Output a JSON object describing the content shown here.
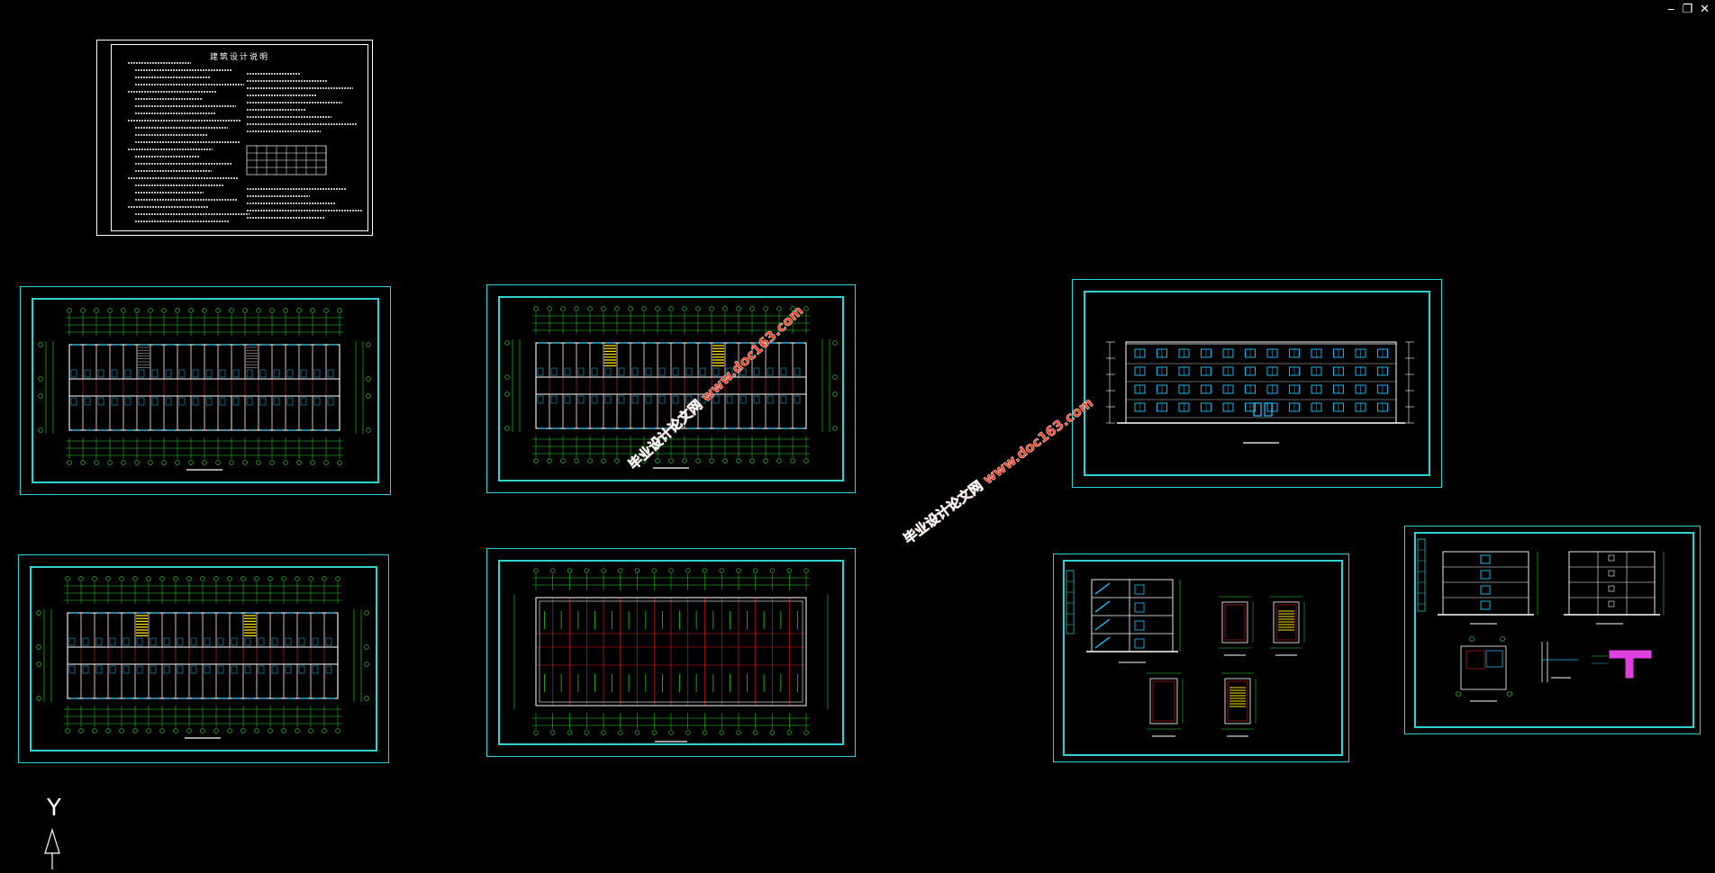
{
  "window": {
    "minimize_glyph": "‒",
    "restore_glyph": "❐",
    "close_glyph": "✕"
  },
  "notes_sheet": {
    "title": "建筑设计说明"
  },
  "watermarks": [
    {
      "cn": "毕业设计论文网",
      "url": "www.doc163.com"
    },
    {
      "cn": "毕业设计论文网",
      "url": "www.doc163.com"
    }
  ],
  "ucs": {
    "y_label": "Y"
  },
  "colors": {
    "background": "#000000",
    "frame": "#2fd1d1",
    "axis_lines": "#e02020",
    "dimension": "#29e029",
    "window": "#22c6ff",
    "stair": "#ffe600",
    "watermark": "#ff3a20",
    "accent_magenta": "#e040e0"
  }
}
